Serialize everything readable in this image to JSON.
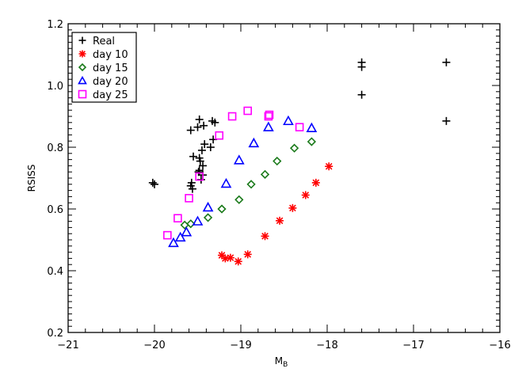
{
  "chart_data": {
    "type": "scatter",
    "xlabel": "M",
    "xlabel_sub": "B",
    "ylabel": "RSISS",
    "xlim": [
      -21,
      -16
    ],
    "ylim": [
      0.2,
      1.2
    ],
    "x_ticks": [
      -21,
      -20,
      -19,
      -18,
      -17,
      -16
    ],
    "x_tick_labels": [
      "−21",
      "−20",
      "−19",
      "−18",
      "−17",
      "−16"
    ],
    "y_ticks": [
      0.2,
      0.4,
      0.6,
      0.8,
      1.0,
      1.2
    ],
    "y_tick_labels": [
      "0.2",
      "0.4",
      "0.6",
      "0.8",
      "1.0",
      "1.2"
    ],
    "grid": false,
    "legend_position": "top-left",
    "series": [
      {
        "name": "Real",
        "marker": "plus",
        "color": "#000000",
        "points": [
          [
            -20.02,
            0.685
          ],
          [
            -20.0,
            0.68
          ],
          [
            -19.58,
            0.855
          ],
          [
            -19.5,
            0.865
          ],
          [
            -19.48,
            0.89
          ],
          [
            -19.43,
            0.87
          ],
          [
            -19.33,
            0.885
          ],
          [
            -19.3,
            0.88
          ],
          [
            -19.55,
            0.77
          ],
          [
            -19.48,
            0.765
          ],
          [
            -19.45,
            0.79
          ],
          [
            -19.42,
            0.81
          ],
          [
            -19.35,
            0.8
          ],
          [
            -19.32,
            0.825
          ],
          [
            -19.47,
            0.755
          ],
          [
            -19.44,
            0.74
          ],
          [
            -19.48,
            0.725
          ],
          [
            -19.44,
            0.71
          ],
          [
            -19.46,
            0.695
          ],
          [
            -19.57,
            0.685
          ],
          [
            -19.58,
            0.675
          ],
          [
            -19.56,
            0.665
          ],
          [
            -19.49,
            0.72
          ],
          [
            -17.6,
            1.075
          ],
          [
            -17.6,
            1.06
          ],
          [
            -17.6,
            0.97
          ],
          [
            -16.62,
            1.075
          ],
          [
            -16.62,
            0.885
          ]
        ]
      },
      {
        "name": "day 10",
        "marker": "asterisk",
        "color": "#ff0000",
        "points": [
          [
            -19.22,
            0.45
          ],
          [
            -19.18,
            0.44
          ],
          [
            -19.12,
            0.442
          ],
          [
            -19.03,
            0.43
          ],
          [
            -18.92,
            0.453
          ],
          [
            -18.72,
            0.512
          ],
          [
            -18.55,
            0.562
          ],
          [
            -18.4,
            0.603
          ],
          [
            -18.25,
            0.645
          ],
          [
            -18.13,
            0.685
          ],
          [
            -17.98,
            0.738
          ]
        ]
      },
      {
        "name": "day 15",
        "marker": "diamond",
        "color": "#1a7a1a",
        "points": [
          [
            -19.65,
            0.548
          ],
          [
            -19.58,
            0.552
          ],
          [
            -19.38,
            0.572
          ],
          [
            -19.22,
            0.6
          ],
          [
            -19.02,
            0.63
          ],
          [
            -18.88,
            0.68
          ],
          [
            -18.72,
            0.712
          ],
          [
            -18.58,
            0.755
          ],
          [
            -18.38,
            0.797
          ],
          [
            -18.18,
            0.818
          ]
        ]
      },
      {
        "name": "day 20",
        "marker": "triangle",
        "color": "#0000ff",
        "points": [
          [
            -19.78,
            0.49
          ],
          [
            -19.7,
            0.508
          ],
          [
            -19.63,
            0.525
          ],
          [
            -19.5,
            0.56
          ],
          [
            -19.38,
            0.605
          ],
          [
            -19.17,
            0.682
          ],
          [
            -19.02,
            0.758
          ],
          [
            -18.85,
            0.813
          ],
          [
            -18.68,
            0.865
          ],
          [
            -18.45,
            0.885
          ],
          [
            -18.18,
            0.862
          ]
        ]
      },
      {
        "name": "day 25",
        "marker": "square",
        "color": "#ff00ff",
        "points": [
          [
            -19.85,
            0.515
          ],
          [
            -19.73,
            0.57
          ],
          [
            -19.6,
            0.635
          ],
          [
            -19.48,
            0.705
          ],
          [
            -19.25,
            0.838
          ],
          [
            -19.1,
            0.9
          ],
          [
            -18.92,
            0.918
          ],
          [
            -18.67,
            0.905
          ],
          [
            -18.68,
            0.9
          ],
          [
            -18.32,
            0.865
          ]
        ]
      }
    ]
  }
}
